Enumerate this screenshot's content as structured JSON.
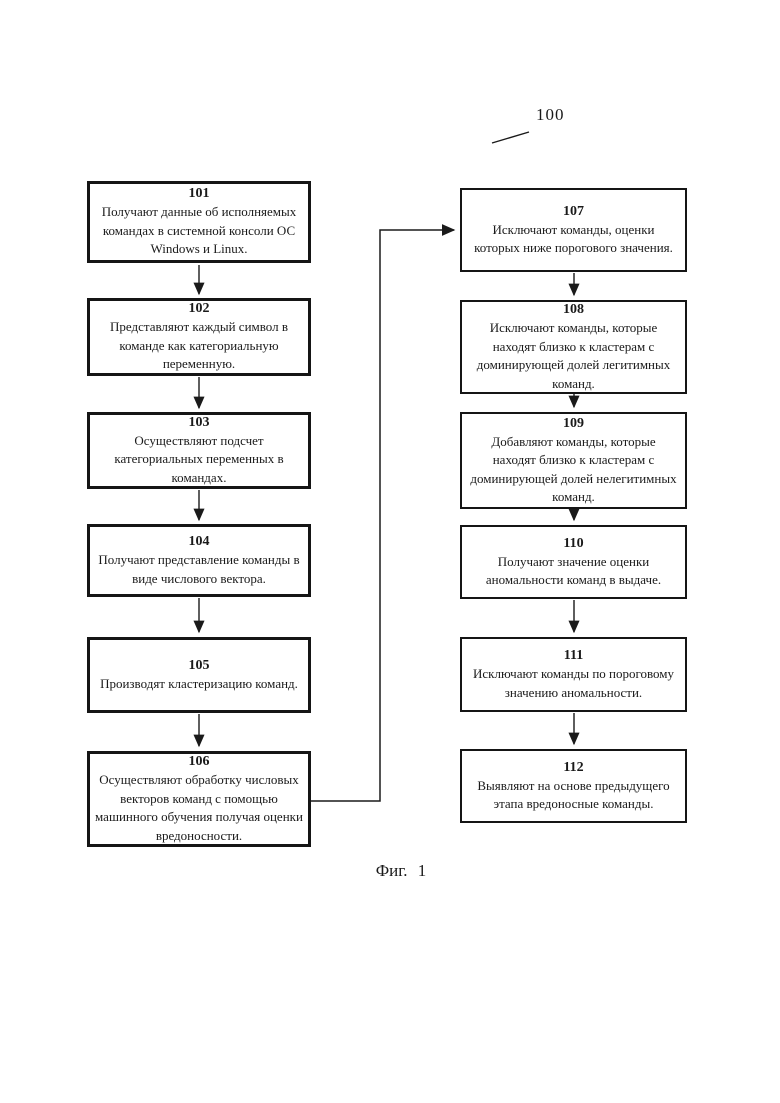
{
  "figure": {
    "reference_number": "100",
    "caption": "Фиг. 1"
  },
  "colors": {
    "ink": "#1a1a1a",
    "paper": "#ffffff"
  },
  "flowchart": {
    "left_column_steps": [
      {
        "num": "101",
        "text": "Получают данные об исполняемых\nкомандах в системной консоли ОС\nWindows и Linux."
      },
      {
        "num": "102",
        "text": "Представляют каждый символ в\nкоманде как категориальную\nпеременную."
      },
      {
        "num": "103",
        "text": "Осуществляют подсчет\nкатегориальных переменных в\nкомандах."
      },
      {
        "num": "104",
        "text": "Получают представление команды в\nвиде числового вектора."
      },
      {
        "num": "105",
        "text": "Производят кластеризацию команд."
      },
      {
        "num": "106",
        "text": "Осуществляют обработку числовых\nвекторов команд с помощью\nмашинного обучения получая оценки\nвредоносности."
      }
    ],
    "right_column_steps": [
      {
        "num": "107",
        "text": "Исключают команды, оценки\nкоторых ниже порогового значения."
      },
      {
        "num": "108",
        "text": "Исключают команды, которые\nнаходят близко к кластерам с\nдоминирующей долей легитимных\nкоманд."
      },
      {
        "num": "109",
        "text": "Добавляют команды, которые\nнаходят близко к кластерам с\nдоминирующей долей нелегитимных\nкоманд."
      },
      {
        "num": "110",
        "text": "Получают значение оценки\nаномальности команд в выдаче."
      },
      {
        "num": "111",
        "text": "Исключают команды по пороговому\nзначению аномальности."
      },
      {
        "num": "112",
        "text": "Выявляют на основе предыдущего\nэтапа вредоносные команды."
      }
    ],
    "connections": [
      "101→102",
      "102→103",
      "103→104",
      "104→105",
      "105→106",
      "106→107",
      "107→108",
      "108→109",
      "109→110",
      "110→111",
      "111→112"
    ]
  }
}
